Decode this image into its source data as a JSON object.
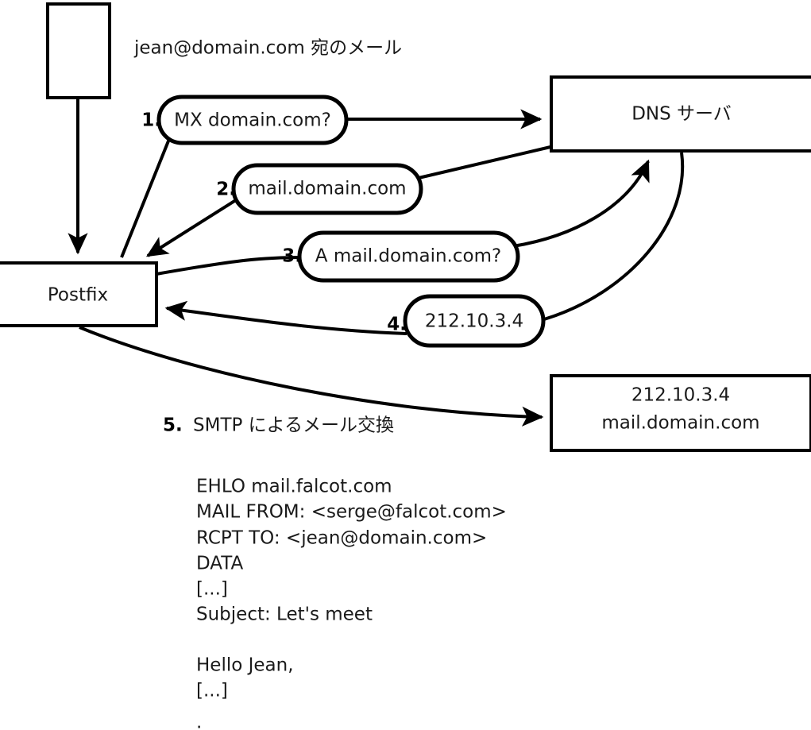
{
  "diagram": {
    "title_note": "jean@domain.com 宛のメール",
    "nodes": [
      {
        "id": "client",
        "label": ""
      },
      {
        "id": "postfix",
        "label": "Postfix"
      },
      {
        "id": "dns",
        "label": "DNS サーバ"
      },
      {
        "id": "mailserver",
        "label_line1": "212.10.3.4",
        "label_line2": "mail.domain.com"
      }
    ],
    "steps": [
      {
        "num": "1.",
        "label": "MX domain.com?"
      },
      {
        "num": "2.",
        "label": "mail.domain.com"
      },
      {
        "num": "3.",
        "label": "A mail.domain.com?"
      },
      {
        "num": "4.",
        "label": "212.10.3.4"
      }
    ],
    "step5": {
      "num": "5.",
      "label": "SMTP によるメール交換"
    },
    "smtp_transcript": [
      "EHLO mail.falcot.com",
      "MAIL FROM: <serge@falcot.com>",
      "RCPT TO: <jean@domain.com>",
      "DATA",
      "[...]",
      "Subject: Let's meet",
      "",
      "Hello Jean,",
      "[...]",
      "."
    ]
  },
  "colors": {
    "stroke": "#000000",
    "text": "#1a1a1a",
    "background": "#ffffff"
  }
}
